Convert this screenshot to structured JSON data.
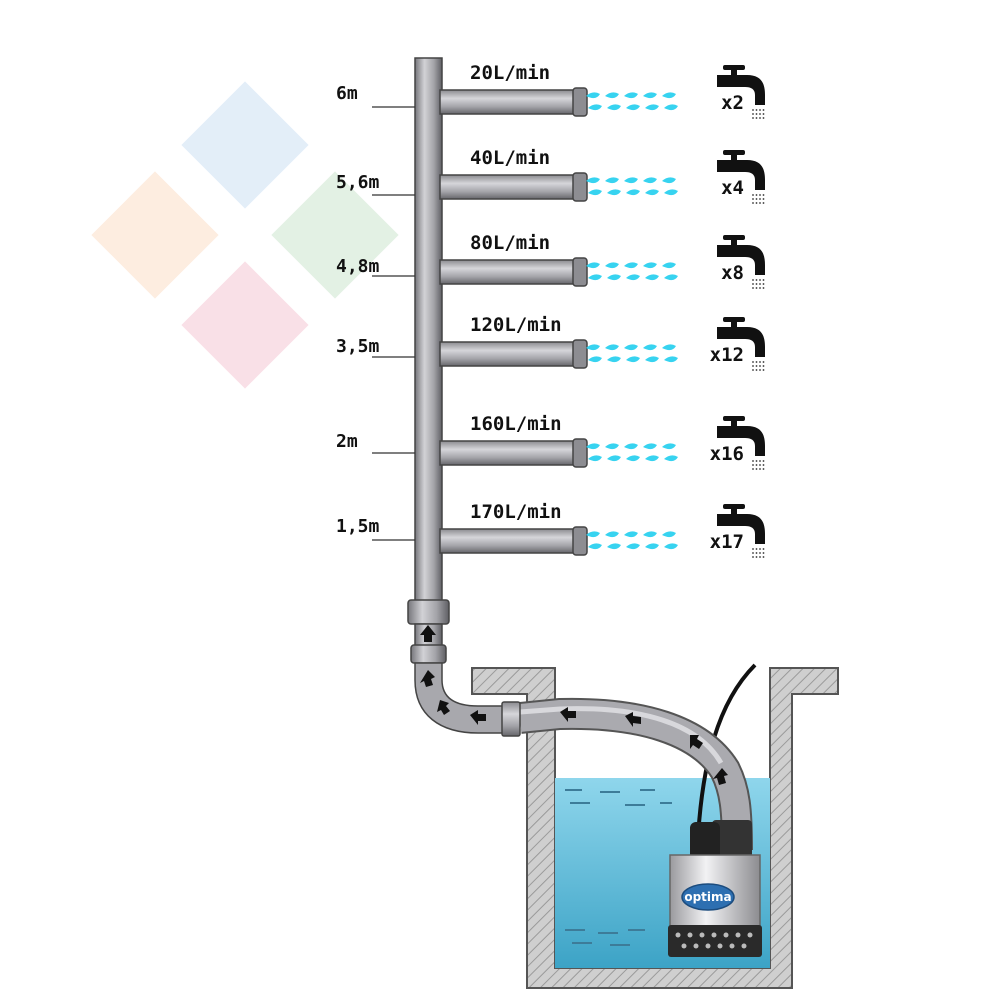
{
  "outlets": [
    {
      "height": "6m",
      "flow": "20L/min",
      "taps": "x2"
    },
    {
      "height": "5,6m",
      "flow": "40L/min",
      "taps": "x4"
    },
    {
      "height": "4,8m",
      "flow": "80L/min",
      "taps": "x8"
    },
    {
      "height": "3,5m",
      "flow": "120L/min",
      "taps": "x12"
    },
    {
      "height": "2m",
      "flow": "160L/min",
      "taps": "x16"
    },
    {
      "height": "1,5m",
      "flow": "170L/min",
      "taps": "x17"
    }
  ],
  "pump": {
    "brand": "optima"
  },
  "colors": {
    "pipe": "#a6a6ab",
    "pipe_dark": "#6e6e73",
    "water": "#8fd3ea",
    "water_spray": "#37d3f0",
    "wall": "#c7c7c7"
  }
}
